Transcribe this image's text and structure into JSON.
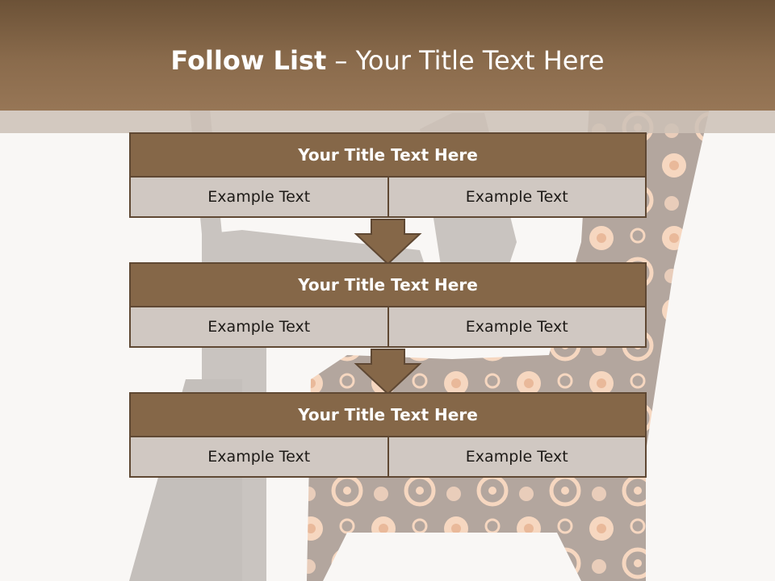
{
  "slide": {
    "title_strong": "Follow List",
    "title_rest": " – Your Title Text Here"
  },
  "steps": [
    {
      "title": "Your Title Text Here",
      "left": "Example Text",
      "right": "Example Text"
    },
    {
      "title": "Your Title Text Here",
      "left": "Example Text",
      "right": "Example Text"
    },
    {
      "title": "Your Title Text Here",
      "left": "Example Text",
      "right": "Example Text"
    }
  ],
  "colors": {
    "header": "#8a6b4c",
    "block_title": "#856748",
    "cell": "#d0c8c2",
    "border": "#5f4833",
    "flower": "#f6d7c0"
  },
  "icons": {
    "arrow": "down-arrow-icon"
  }
}
